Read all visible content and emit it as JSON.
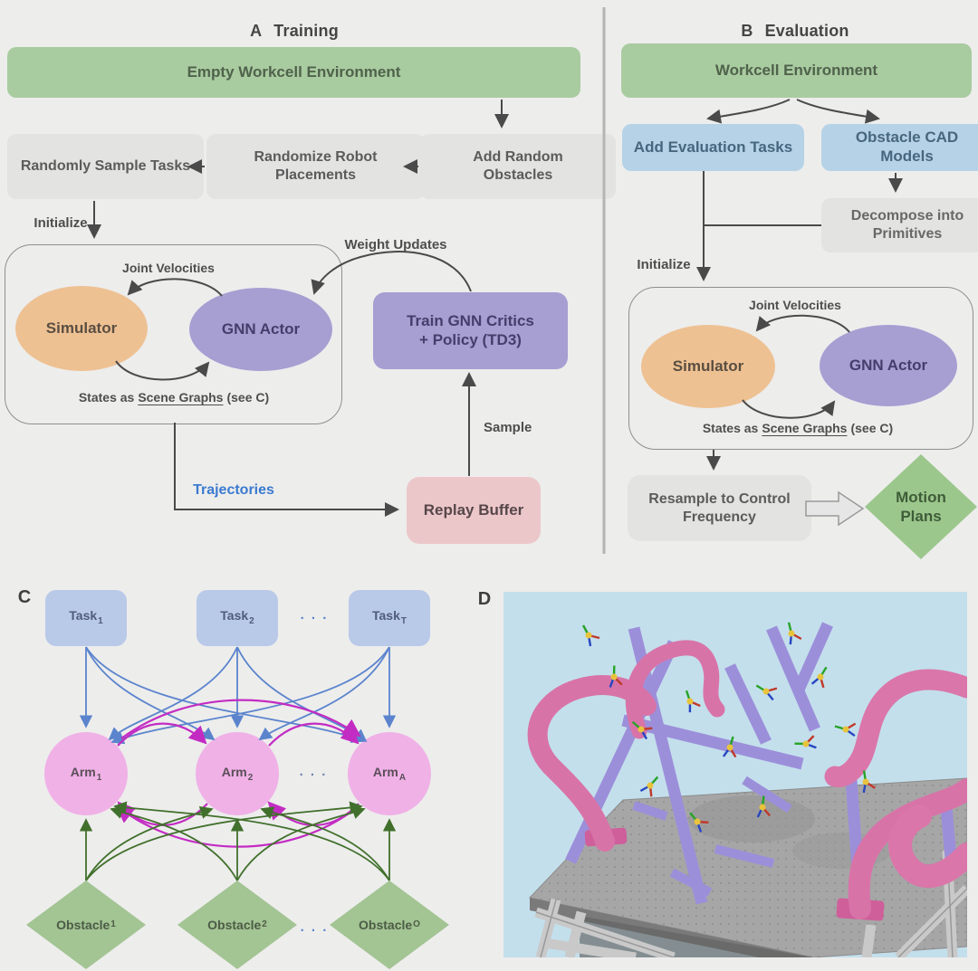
{
  "panels": {
    "a": {
      "letter": "A",
      "title": "Training",
      "empty_workcell": "Empty Workcell Environment",
      "randomly_sample_tasks": "Randomly Sample Tasks",
      "randomize_robot_placements": "Randomize Robot Placements",
      "add_random_obstacles": "Add Random Obstacles",
      "initialize": "Initialize",
      "joint_velocities": "Joint Velocities",
      "simulator": "Simulator",
      "gnn_actor": "GNN Actor",
      "states_prefix": "States as",
      "states_underlined": "Scene Graphs",
      "states_suffix": "(see C)",
      "weight_updates": "Weight Updates",
      "train_critics_lines": [
        "Train GNN Critics",
        "+ Policy (TD3)"
      ],
      "sample": "Sample",
      "trajectories": "Trajectories",
      "replay_buffer": "Replay Buffer"
    },
    "b": {
      "letter": "B",
      "title": "Evaluation",
      "workcell": "Workcell Environment",
      "add_evaluation_tasks": "Add Evaluation Tasks",
      "obstacle_cad_models": "Obstacle CAD Models",
      "decompose_into_primitives": "Decompose into Primitives",
      "initialize": "Initialize",
      "joint_velocities": "Joint Velocities",
      "simulator": "Simulator",
      "gnn_actor": "GNN Actor",
      "states_prefix": "States as",
      "states_underlined": "Scene Graphs",
      "states_suffix": "(see C)",
      "resample_lines": [
        "Resample to Control",
        "Frequency"
      ],
      "motion_plans_lines": [
        "Motion",
        "Plans"
      ]
    },
    "c": {
      "letter": "C",
      "ellipsis": ". . .",
      "tasks": [
        {
          "base": "Task",
          "sub": "1"
        },
        {
          "base": "Task",
          "sub": "2"
        },
        {
          "base": "Task",
          "sub": "T"
        }
      ],
      "arms": [
        {
          "base": "Arm",
          "sub": "1"
        },
        {
          "base": "Arm",
          "sub": "2"
        },
        {
          "base": "Arm",
          "sub": "A"
        }
      ],
      "obstacles": [
        {
          "base": "Obstacle",
          "sub": "1"
        },
        {
          "base": "Obstacle",
          "sub": "2"
        },
        {
          "base": "Obstacle",
          "sub": "O"
        }
      ]
    },
    "d": {
      "letter": "D"
    }
  },
  "colors": {
    "background": "#ededec",
    "environment_green": "#a9cba0",
    "process_gray": "#e3e3e2",
    "evaluation_blue": "#b5d2e7",
    "task_blue": "#b9c9e8",
    "network_purple": "#a79ed2",
    "simulator_orange": "#eec193",
    "replay_pink": "#ecc7ca",
    "arm_pink": "#f0b1e7",
    "motion_green": "#9cc78c",
    "obstacle_green": "#a3c493",
    "edge_blue": "#5b84cd",
    "edge_magenta": "#c32cc3",
    "edge_green": "#41702c",
    "trajectories_blue": "#3b7ad0",
    "sky_blue": "#c3dfec"
  }
}
